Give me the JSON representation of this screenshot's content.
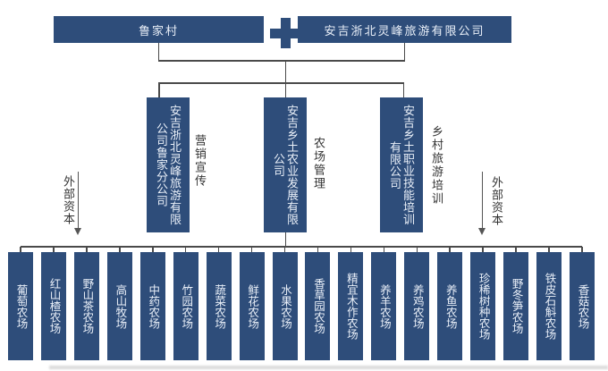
{
  "org_chart": {
    "top": {
      "village": "鲁家村",
      "company": "安吉浙北灵峰旅游有限公司",
      "joiner": "+"
    },
    "branches": [
      {
        "name": "安吉浙北灵峰旅游有限\n公司鲁家分公司",
        "role": "营销宣传"
      },
      {
        "name": "安吉乡土农业发展有限\n公司",
        "role": "农场管理"
      },
      {
        "name": "安吉乡土职业技能培训\n有限公司",
        "role": "乡村旅游培训"
      }
    ],
    "external_capital": {
      "left": "外部资本",
      "right": "外部资本"
    },
    "farms": [
      "葡萄农场",
      "红山楂农场",
      "野山茶农场",
      "高山牧场",
      "中药农场",
      "竹园农场",
      "蔬菜农场",
      "鲜花农场",
      "水果农场",
      "香草园农场",
      "精宜木作农场",
      "养羊农场",
      "养鸡农场",
      "养鱼农场",
      "珍稀树种农场",
      "野冬笋农场",
      "铁皮石斛农场",
      "香菇农场"
    ],
    "colors": {
      "box_fill": "#2e4d7a",
      "box_text": "#e9eff8",
      "connector": "#4a4a4a",
      "label_text": "#333333"
    }
  }
}
